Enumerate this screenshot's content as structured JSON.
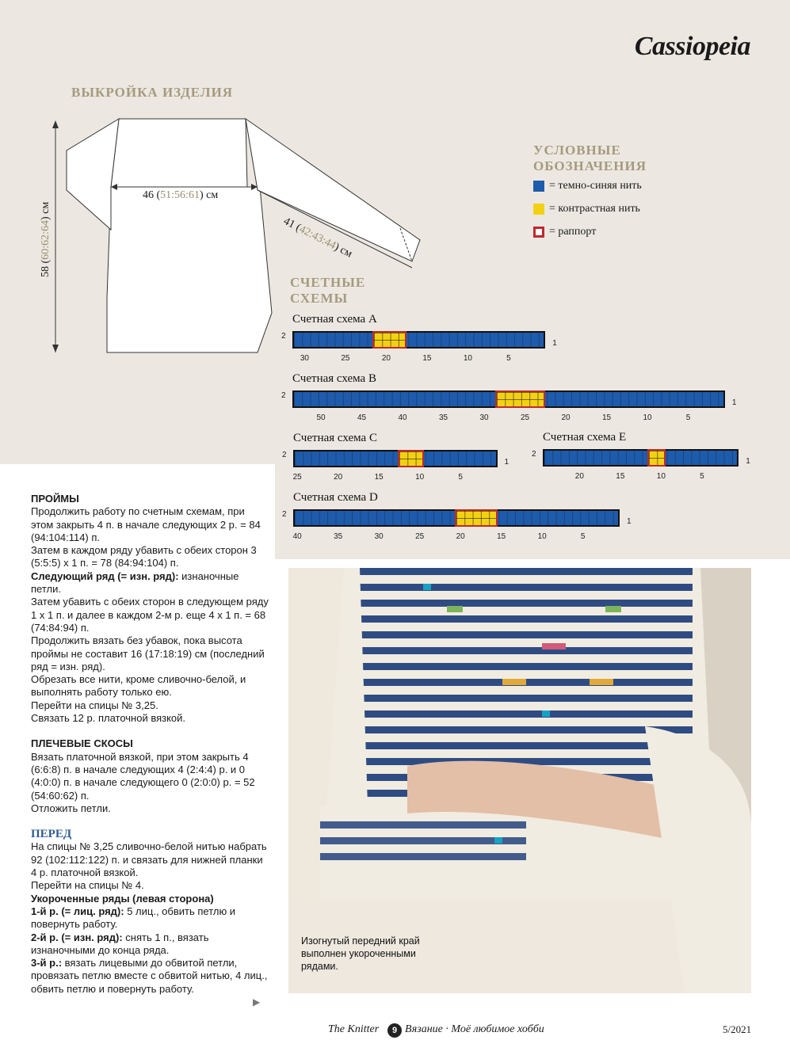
{
  "brand": "Cassiopeia",
  "schematic": {
    "heading": "ВЫКРОЙКА ИЗДЕЛИЯ",
    "width": {
      "a": "46 (",
      "b": "51:56:61",
      "c": ") см"
    },
    "height": {
      "a": "58 (",
      "b": "60:62:64",
      "c": ") см"
    },
    "sleeve": {
      "a": "41 (",
      "b": "42:43:44",
      "c": ") см"
    }
  },
  "legend": {
    "heading_1": "УСЛОВНЫЕ",
    "heading_2": "ОБОЗНАЧЕНИЯ",
    "items": [
      {
        "label": "= темно-синяя нить",
        "color": "#1f5bab"
      },
      {
        "label": "= контрастная нить",
        "color": "#f2d114"
      },
      {
        "label": "= раппорт",
        "color": "#c0282d"
      }
    ]
  },
  "charts_heading_1": "СЧЕТНЫЕ",
  "charts_heading_2": "СХЕМЫ",
  "chart_data": [
    {
      "type": "table",
      "title": "Счетная схема A",
      "columns": 31,
      "rows": 2,
      "contrast_cols": [
        18,
        21
      ],
      "ticks": [
        30,
        25,
        20,
        15,
        10,
        5
      ],
      "row_labels": [
        "2",
        "1"
      ],
      "colors": {
        "base": "#1f5bab",
        "contrast": "#f2d114"
      }
    },
    {
      "type": "table",
      "title": "Счетная схема B",
      "columns": 53,
      "rows": 2,
      "contrast_cols": [
        23,
        28
      ],
      "ticks": [
        50,
        45,
        40,
        35,
        30,
        25,
        20,
        15,
        10,
        5
      ],
      "row_labels": [
        "2",
        "1"
      ],
      "colors": {
        "base": "#1f5bab",
        "contrast": "#f2d114"
      }
    },
    {
      "type": "table",
      "title": "Счетная схема C",
      "columns": 25,
      "rows": 2,
      "contrast_cols": [
        10,
        12
      ],
      "ticks": [
        25,
        20,
        15,
        10,
        5
      ],
      "row_labels": [
        "2",
        "1"
      ],
      "colors": {
        "base": "#1f5bab",
        "contrast": "#f2d114"
      }
    },
    {
      "type": "table",
      "title": "Счетная схема E",
      "columns": 24,
      "rows": 2,
      "contrast_cols": [
        10,
        11
      ],
      "ticks": [
        20,
        15,
        10,
        5
      ],
      "row_labels": [
        "2",
        "1"
      ],
      "colors": {
        "base": "#1f5bab",
        "contrast": "#f2d114"
      }
    },
    {
      "type": "table",
      "title": "Счетная схема D",
      "columns": 40,
      "rows": 2,
      "contrast_cols": [
        16,
        20
      ],
      "ticks": [
        40,
        35,
        30,
        25,
        20,
        15,
        10,
        5
      ],
      "row_labels": [
        "2",
        "1"
      ],
      "colors": {
        "base": "#1f5bab",
        "contrast": "#f2d114"
      }
    }
  ],
  "text": {
    "armholes_title": "ПРОЙМЫ",
    "armholes_1": "Продолжить работу по счетным схемам, при этом закрыть 4 п. в начале следующих 2 р. = 84 (94:104:114) п.",
    "armholes_2": "Затем в каждом ряду убавить с обеих сторон 3 (5:5:5) x 1 п. = 78 (84:94:104) п.",
    "armholes_3b": "Следующий ряд (= изн. ряд):",
    "armholes_3": " изнаночные петли.",
    "armholes_4": "Затем убавить с обеих сторон в следующем ряду 1 х 1 п. и далее в каждом 2-м р. еще 4 х 1 п. = 68 (74:84:94) п.",
    "armholes_5": "Продолжить вязать без убавок, пока высота проймы не составит 16 (17:18:19) см (последний ряд = изн. ряд).",
    "armholes_6": "Обрезать все нити, кроме сливочно-белой, и выполнять работу только ею.",
    "armholes_7": "Перейти на спицы № 3,25.",
    "armholes_8": "Связать 12 р. платочной вязкой.",
    "shoulders_title": "ПЛЕЧЕВЫЕ СКОСЫ",
    "shoulders_1": "Вязать платочной вязкой, при этом закрыть 4 (6:6:8) п. в начале следующих 4 (2:4:4) р. и 0 (4:0:0) п. в начале следующего 0 (2:0:0) р. = 52 (54:60:62) п.",
    "shoulders_2": "Отложить петли.",
    "front_title": "ПЕРЕД",
    "front_1": "На спицы № 3,25 сливочно-белой нитью набрать 92 (102:112:122) п. и связать для нижней планки 4 р. платочной вязкой.",
    "front_2": "Перейти на спицы № 4.",
    "front_3b": "Укороченные ряды (левая сторона)",
    "front_4b": "1-й р. (= лиц. ряд):",
    "front_4": " 5 лиц., обвить петлю и повернуть работу.",
    "front_5b": "2-й р. (= изн. ряд):",
    "front_5": " снять 1 п., вязать изнаночными до конца ряда.",
    "front_6b": "3-й р.:",
    "front_6": " вязать лицевыми до обвитой петли, провязать петлю вместе с обвитой нитью, 4 лиц., обвить петлю и повернуть работу.",
    "continue_icon": "▶"
  },
  "photo_caption": "Изогнутый передний край выполнен укороченными рядами.",
  "footer": {
    "magazine": "The Knitter",
    "page": "9",
    "tagline": "Вязание · Моё любимое хобби",
    "issue": "5/2021"
  }
}
